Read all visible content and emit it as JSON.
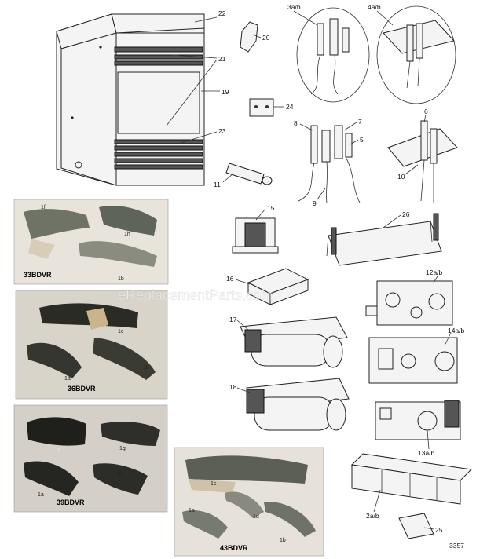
{
  "watermark": "eReplacementParts.com",
  "drawing_number": "3357",
  "callouts": {
    "c22": "22",
    "c21": "21",
    "c19": "19",
    "c23": "23",
    "c20": "20",
    "c24": "24",
    "c11": "11",
    "c3ab": "3a/b",
    "c4ab": "4a/b",
    "c8": "8",
    "c7": "7",
    "c5": "5",
    "c9": "9",
    "c6": "6",
    "c10": "10",
    "c15": "15",
    "c26": "26",
    "c16": "16",
    "c12ab": "12a/b",
    "c17": "17",
    "c14ab": "14a/b",
    "c18": "18",
    "c13ab": "13a/b",
    "c2ab": "2a/b",
    "c25": "25"
  },
  "photos": {
    "p33": {
      "model": "33BDVR",
      "tags": [
        "1f",
        "1h",
        "1b"
      ]
    },
    "p36": {
      "model": "36BDVR",
      "tags": [
        "1c",
        "1a",
        "1b"
      ]
    },
    "p39": {
      "model": "39BDVR",
      "tags": [
        "1f",
        "1g",
        "1a",
        "1e"
      ]
    },
    "p43": {
      "model": "43BDVR",
      "tags": [
        "1c",
        "1a",
        "1d",
        "1b"
      ]
    }
  }
}
